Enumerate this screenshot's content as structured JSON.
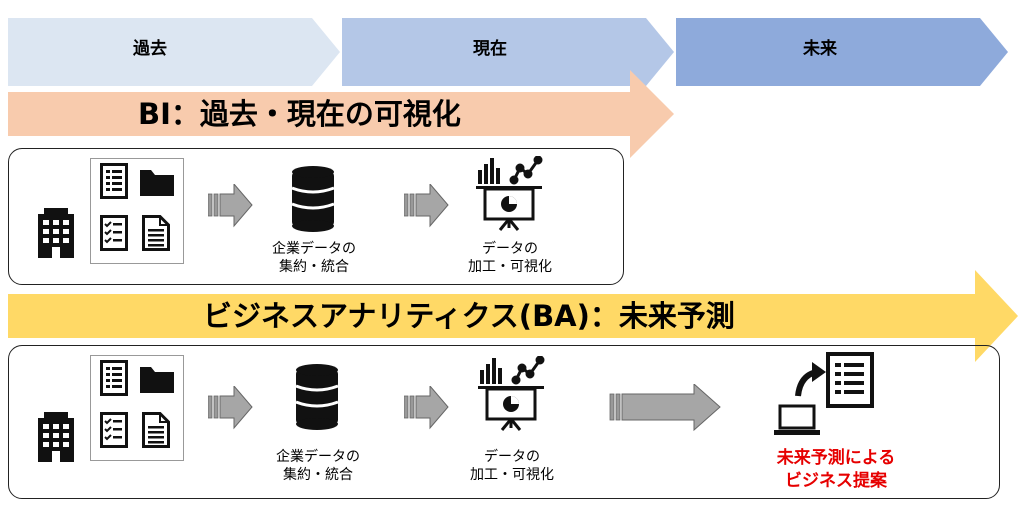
{
  "timeline": {
    "past": "過去",
    "present": "現在",
    "future": "未来"
  },
  "bi_banner": {
    "text": "BI：過去・現在の可視化"
  },
  "ba_banner": {
    "text": "ビジネスアナリティクス(BA)：未来予測"
  },
  "bi_flow": {
    "step1_line1": "企業データの",
    "step1_line2": "集約・統合",
    "step2_line1": "データの",
    "step2_line2": "加工・可視化"
  },
  "ba_flow": {
    "step1_line1": "企業データの",
    "step1_line2": "集約・統合",
    "step2_line1": "データの",
    "step2_line2": "加工・可視化",
    "step3_line1": "未来予測による",
    "step3_line2": "ビジネス提案"
  },
  "colors": {
    "past": "#dce6f2",
    "present": "#b4c7e7",
    "future": "#8eaadb",
    "bi_banner": "#f8cbad",
    "ba_banner": "#ffd966",
    "proposal_text": "#e60000"
  },
  "icons": [
    "building-icon",
    "list-doc-icon",
    "folder-icon",
    "checklist-icon",
    "text-doc-icon",
    "database-icon",
    "presentation-board-icon",
    "laptop-icon",
    "share-arrow-icon"
  ]
}
